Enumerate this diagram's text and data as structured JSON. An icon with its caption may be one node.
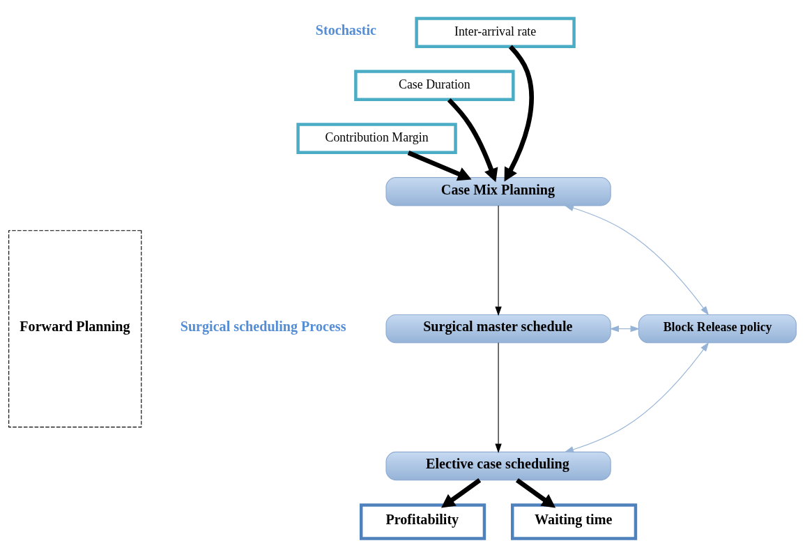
{
  "diagram": {
    "nodes": [
      {
        "text": [
          "Inter-arrival rate"
        ]
      },
      {
        "text": [
          "Case Duration"
        ]
      },
      {
        "text": [
          "Contribution Margin"
        ]
      },
      {
        "text": [
          "Case Mix Planning"
        ]
      },
      {
        "text": [
          "Surgical master schedule"
        ]
      },
      {
        "text": [
          "Elective case scheduling"
        ]
      },
      {
        "text": [
          "Block Release policy"
        ]
      },
      {
        "text": [
          "Profitability"
        ]
      },
      {
        "text": [
          "Waiting time"
        ]
      },
      {
        "text": [
          "Forward Planning"
        ]
      }
    ],
    "edges": [
      {
        "from": 0,
        "to": 3,
        "arrow": "to",
        "style": "thick"
      },
      {
        "from": 1,
        "to": 3,
        "arrow": "to",
        "style": "thick"
      },
      {
        "from": 2,
        "to": 3,
        "arrow": "to",
        "style": "thick"
      },
      {
        "from": 3,
        "to": 4,
        "arrow": "to"
      },
      {
        "from": 4,
        "to": 5,
        "arrow": "to"
      },
      {
        "from": 3,
        "to": 6,
        "arrow": "both",
        "color": "#95b3d7"
      },
      {
        "from": 4,
        "to": 6,
        "arrow": "both",
        "color": "#95b3d7"
      },
      {
        "from": 5,
        "to": 6,
        "arrow": "both",
        "color": "#95b3d7"
      },
      {
        "from": 5,
        "to": 7,
        "arrow": "to",
        "style": "thick"
      },
      {
        "from": 5,
        "to": 8,
        "arrow": "to",
        "style": "thick"
      }
    ],
    "labels": [
      "Stochastic",
      "Surgical scheduling Process"
    ]
  }
}
